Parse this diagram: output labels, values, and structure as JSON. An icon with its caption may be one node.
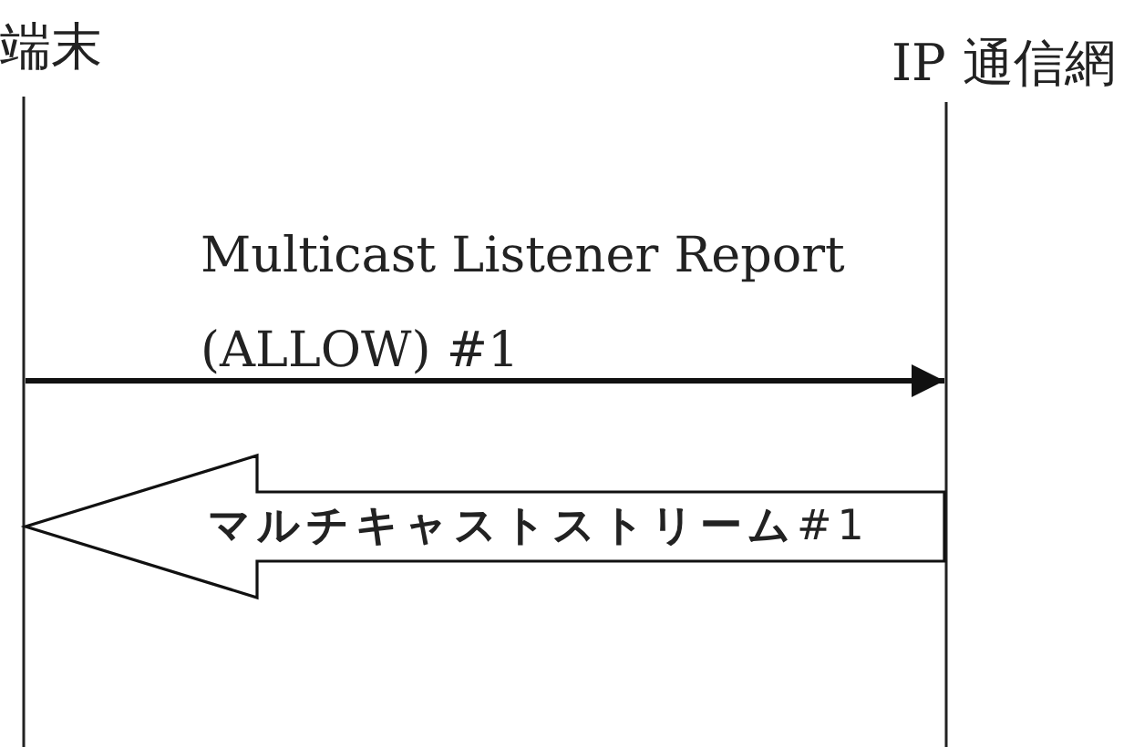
{
  "diagram": {
    "nodes": [
      {
        "text": [
          "端末"
        ]
      },
      {
        "text": [
          "IP 通信網"
        ]
      }
    ],
    "edges": [
      {
        "from": 0,
        "to": 1,
        "arrow": "to",
        "label": "Multicast Listener Report (ALLOW) #1"
      },
      {
        "from": 1,
        "to": 0,
        "arrow": "to",
        "label": "**マルチキャストストリーム**#1",
        "style": "thick"
      }
    ]
  }
}
